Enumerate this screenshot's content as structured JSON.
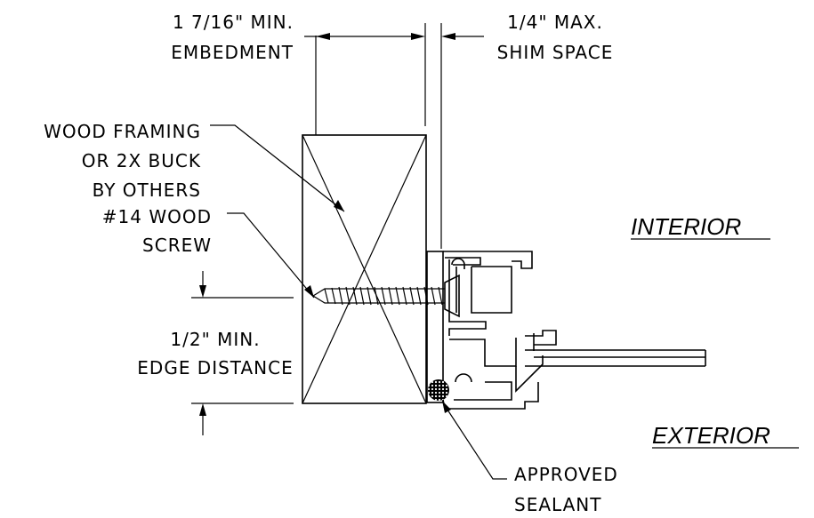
{
  "labels": {
    "embedment": [
      "1 7/16\" MIN.",
      "EMBEDMENT"
    ],
    "shim_space": [
      "1/4\" MAX.",
      "SHIM SPACE"
    ],
    "wood_framing": [
      "WOOD FRAMING",
      "OR 2X BUCK",
      "BY OTHERS"
    ],
    "screw": [
      "#14 WOOD",
      "SCREW"
    ],
    "edge_distance": [
      "1/2\" MIN.",
      "EDGE DISTANCE"
    ],
    "sealant": [
      "APPROVED",
      "SEALANT"
    ],
    "interior": "INTERIOR",
    "exterior": "EXTERIOR"
  },
  "colors": {
    "line": "#000000",
    "background": "#ffffff"
  }
}
